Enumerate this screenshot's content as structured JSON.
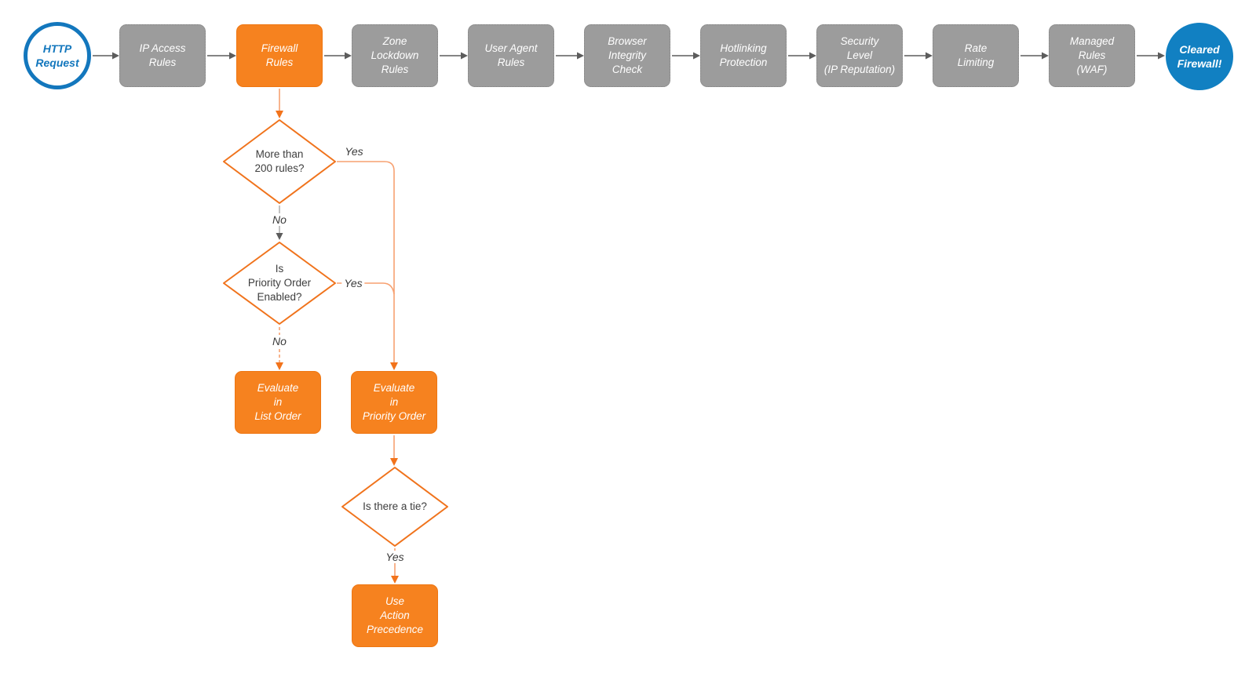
{
  "colors": {
    "orange": "#F6821F",
    "orange_line": "#F7A171",
    "orange_arrow": "#F2731B",
    "gray_node": "#9C9C9C",
    "gray_line": "#5C5C5C",
    "blue": "#1377BD",
    "blue_fill": "#1180C2",
    "text_dark": "#3E3E3E"
  },
  "flow": {
    "start": {
      "label": "HTTP\nRequest"
    },
    "pipeline": [
      {
        "label": "IP Access\nRules"
      },
      {
        "label": "Firewall\nRules"
      },
      {
        "label": "Zone\nLockdown\nRules"
      },
      {
        "label": "User Agent\nRules"
      },
      {
        "label": "Browser\nIntegrity\nCheck"
      },
      {
        "label": "Hotlinking\nProtection"
      },
      {
        "label": "Security\nLevel\n(IP Reputation)"
      },
      {
        "label": "Rate\nLimiting"
      },
      {
        "label": "Managed\nRules\n(WAF)"
      }
    ],
    "end": {
      "label": "Cleared\nFirewall!"
    },
    "decisions": [
      {
        "label": "More than\n200 rules?"
      },
      {
        "label": "Is\nPriority Order\nEnabled?"
      },
      {
        "label": "Is there a tie?"
      }
    ],
    "actions": [
      {
        "label": "Evaluate\nin\nList Order"
      },
      {
        "label": "Evaluate\nin\nPriority Order"
      },
      {
        "label": "Use\nAction\nPrecedence"
      }
    ],
    "edge_labels": {
      "yes1": "Yes",
      "no1": "No",
      "yes2": "Yes",
      "no2": "No",
      "yes3": "Yes"
    }
  }
}
